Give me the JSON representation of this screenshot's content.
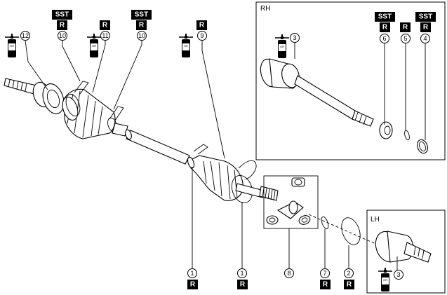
{
  "badges": {
    "sst": "SST",
    "r": "R"
  },
  "panels": {
    "rh": "RH",
    "lh": "LH"
  },
  "grease_icon": "grease-tube-icon",
  "callouts": [
    "12",
    "10",
    "11",
    "10",
    "9",
    "3",
    "6",
    "5",
    "4",
    "1",
    "1",
    "8",
    "7",
    "2",
    "3"
  ]
}
